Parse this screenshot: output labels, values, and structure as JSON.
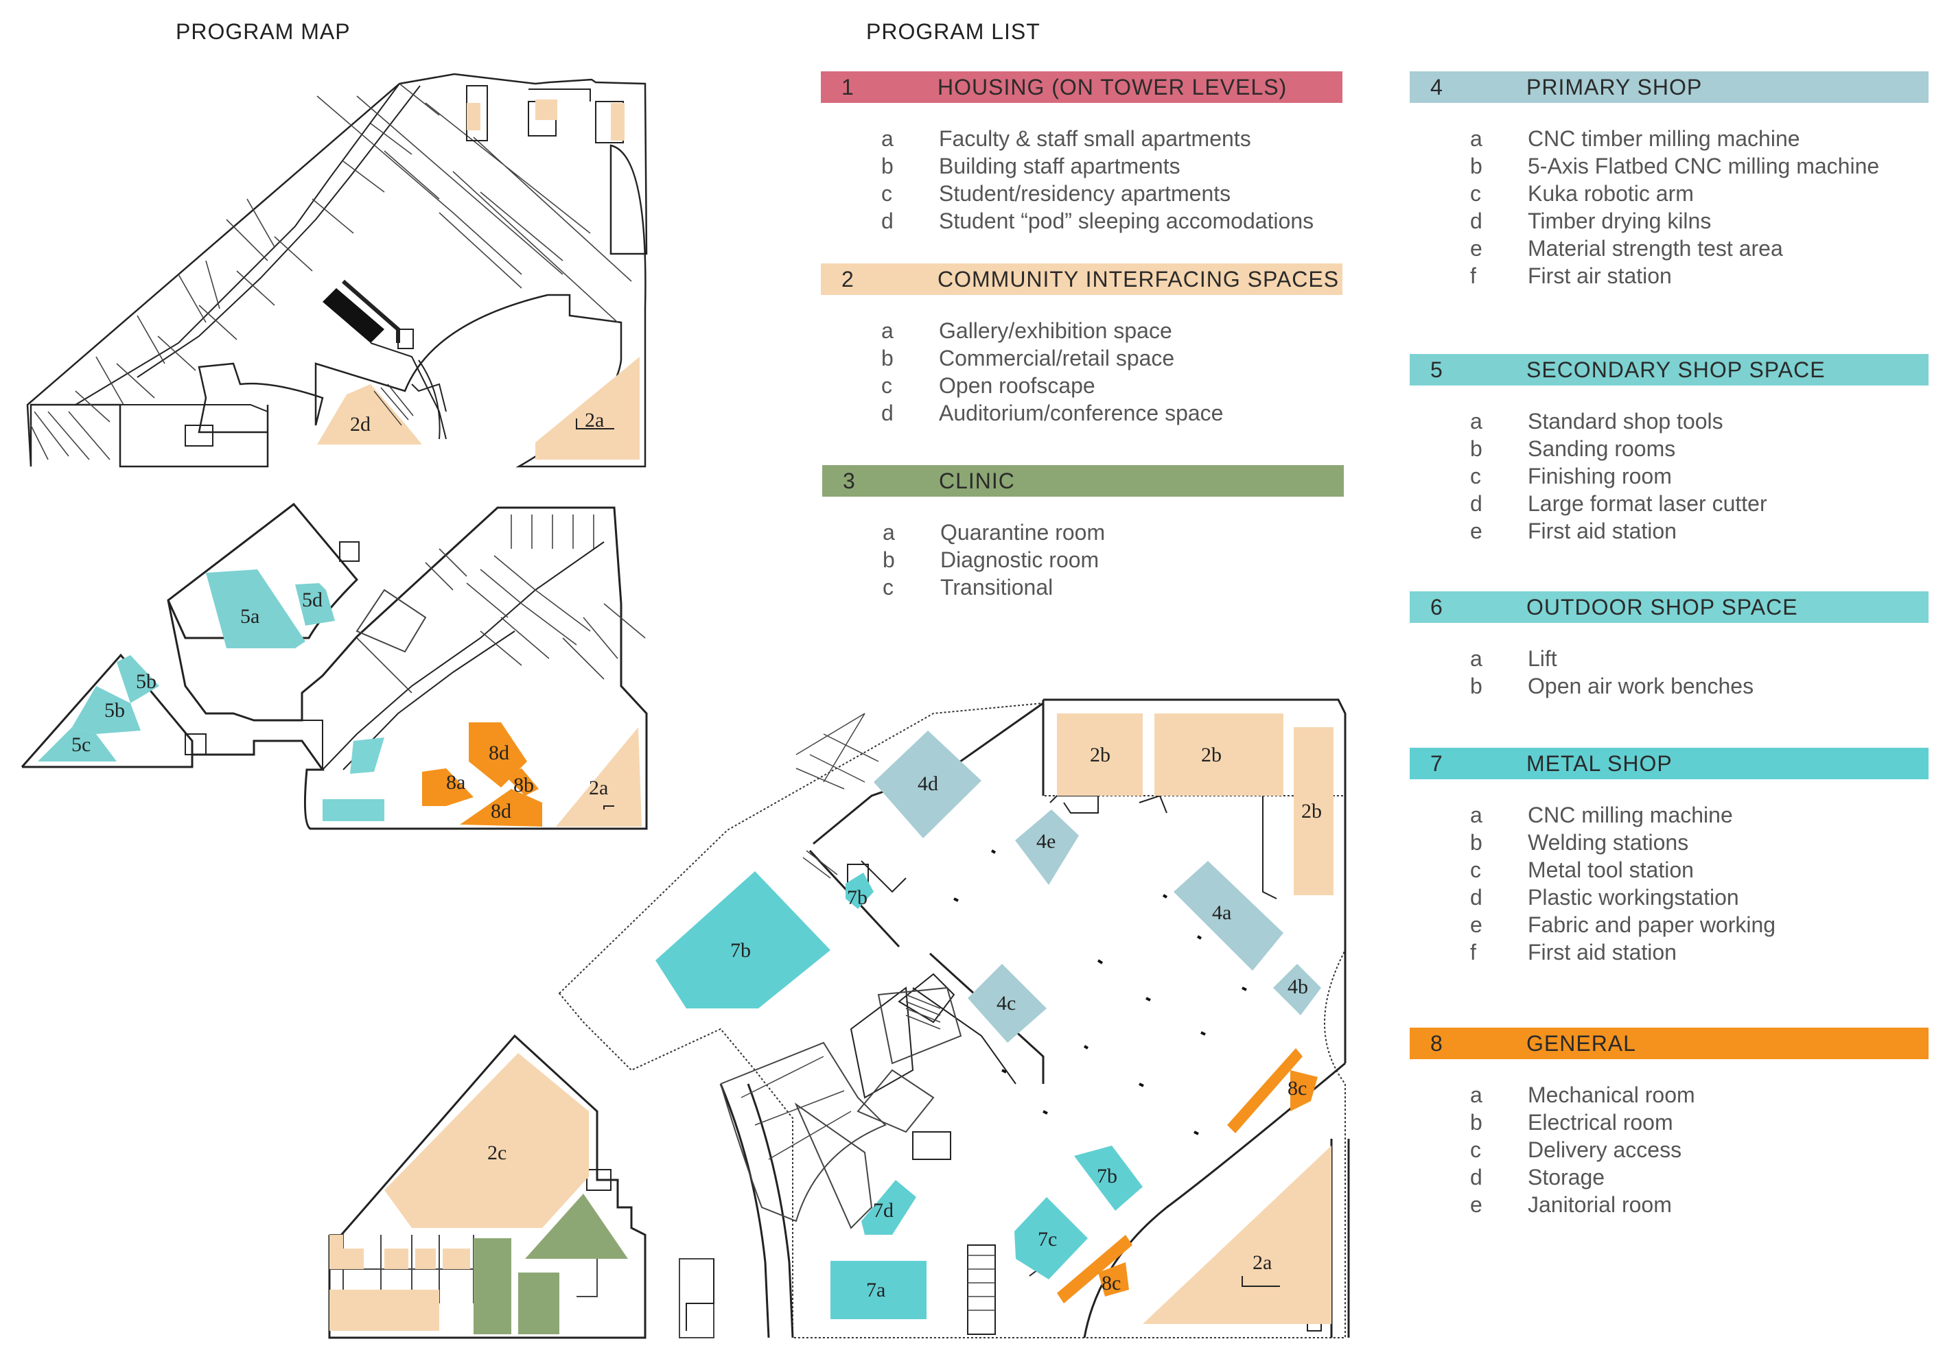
{
  "headers": {
    "map": "PROGRAM MAP",
    "list": "PROGRAM LIST"
  },
  "colors": {
    "housing": "#d76a7d",
    "community": "#f6d6b0",
    "clinic": "#8da774",
    "primary_shop": "#a8cdd4",
    "secondary_shop": "#7dd1d1",
    "outdoor_shop": "#7dd4d4",
    "metal_shop": "#60cfd2",
    "general": "#f4921d"
  },
  "programs": [
    {
      "num": "1",
      "title": "HOUSING (ON TOWER LEVELS)",
      "color": "#d76a7d",
      "items": [
        {
          "letter": "a",
          "text": "Faculty & staff small apartments"
        },
        {
          "letter": "b",
          "text": "Building staff apartments"
        },
        {
          "letter": "c",
          "text": "Student/residency apartments"
        },
        {
          "letter": "d",
          "text": "Student “pod” sleeping accomodations"
        }
      ]
    },
    {
      "num": "2",
      "title": "COMMUNITY INTERFACING SPACES",
      "color": "#f6d6b0",
      "items": [
        {
          "letter": "a",
          "text": "Gallery/exhibition space"
        },
        {
          "letter": "b",
          "text": "Commercial/retail space"
        },
        {
          "letter": "c",
          "text": "Open roofscape"
        },
        {
          "letter": "d",
          "text": "Auditorium/conference space"
        }
      ]
    },
    {
      "num": "3",
      "title": "CLINIC",
      "color": "#8da774",
      "items": [
        {
          "letter": "a",
          "text": "Quarantine room"
        },
        {
          "letter": "b",
          "text": "Diagnostic room"
        },
        {
          "letter": "c",
          "text": "Transitional"
        }
      ]
    },
    {
      "num": "4",
      "title": "PRIMARY SHOP",
      "color": "#a8cdd4",
      "items": [
        {
          "letter": "a",
          "text": "CNC timber milling machine"
        },
        {
          "letter": "b",
          "text": "5-Axis Flatbed CNC milling machine"
        },
        {
          "letter": "c",
          "text": "Kuka robotic arm"
        },
        {
          "letter": "d",
          "text": "Timber drying kilns"
        },
        {
          "letter": "e",
          "text": "Material strength test area"
        },
        {
          "letter": "f",
          "text": "First air station"
        }
      ]
    },
    {
      "num": "5",
      "title": "SECONDARY SHOP SPACE",
      "color": "#7dd1d1",
      "items": [
        {
          "letter": "a",
          "text": "Standard shop tools"
        },
        {
          "letter": "b",
          "text": "Sanding rooms"
        },
        {
          "letter": "c",
          "text": "Finishing room"
        },
        {
          "letter": "d",
          "text": "Large format laser cutter"
        },
        {
          "letter": "e",
          "text": "First aid station"
        }
      ]
    },
    {
      "num": "6",
      "title": "OUTDOOR SHOP SPACE",
      "color": "#7dd4d4",
      "items": [
        {
          "letter": "a",
          "text": "Lift"
        },
        {
          "letter": "b",
          "text": "Open air work benches"
        }
      ]
    },
    {
      "num": "7",
      "title": "METAL SHOP",
      "color": "#60cfd2",
      "items": [
        {
          "letter": "a",
          "text": "CNC milling machine"
        },
        {
          "letter": "b",
          "text": "Welding stations"
        },
        {
          "letter": "c",
          "text": "Metal tool station"
        },
        {
          "letter": "d",
          "text": "Plastic workingstation"
        },
        {
          "letter": "e",
          "text": "Fabric and paper working"
        },
        {
          "letter": "f",
          "text": "First aid station"
        }
      ]
    },
    {
      "num": "8",
      "title": "GENERAL",
      "color": "#f4921d",
      "items": [
        {
          "letter": "a",
          "text": "Mechanical room"
        },
        {
          "letter": "b",
          "text": "Electrical room"
        },
        {
          "letter": "c",
          "text": "Delivery access"
        },
        {
          "letter": "d",
          "text": "Storage"
        },
        {
          "letter": "e",
          "text": "Janitorial room"
        }
      ]
    }
  ],
  "map_labels": {
    "l1_2d": "2d",
    "l1_2a": "2a",
    "l2_5a": "5a",
    "l2_5d": "5d",
    "l2_5b1": "5b",
    "l2_5b2": "5b",
    "l2_5c": "5c",
    "l2_8d1": "8d",
    "l2_8a": "8a",
    "l2_8b": "8b",
    "l2_8d2": "8d",
    "l2_2a": "2a",
    "g_2b1": "2b",
    "g_2b2": "2b",
    "g_2b3": "2b",
    "g_4d": "4d",
    "g_4e": "4e",
    "g_7b1": "7b",
    "g_7b2": "7b",
    "g_4a": "4a",
    "g_4b": "4b",
    "g_4c": "4c",
    "g_8c1": "8c",
    "g_2c": "2c",
    "g_7b3": "7b",
    "g_7d": "7d",
    "g_7c": "7c",
    "g_8c2": "8c",
    "g_7a": "7a",
    "g_2a": "2a"
  }
}
